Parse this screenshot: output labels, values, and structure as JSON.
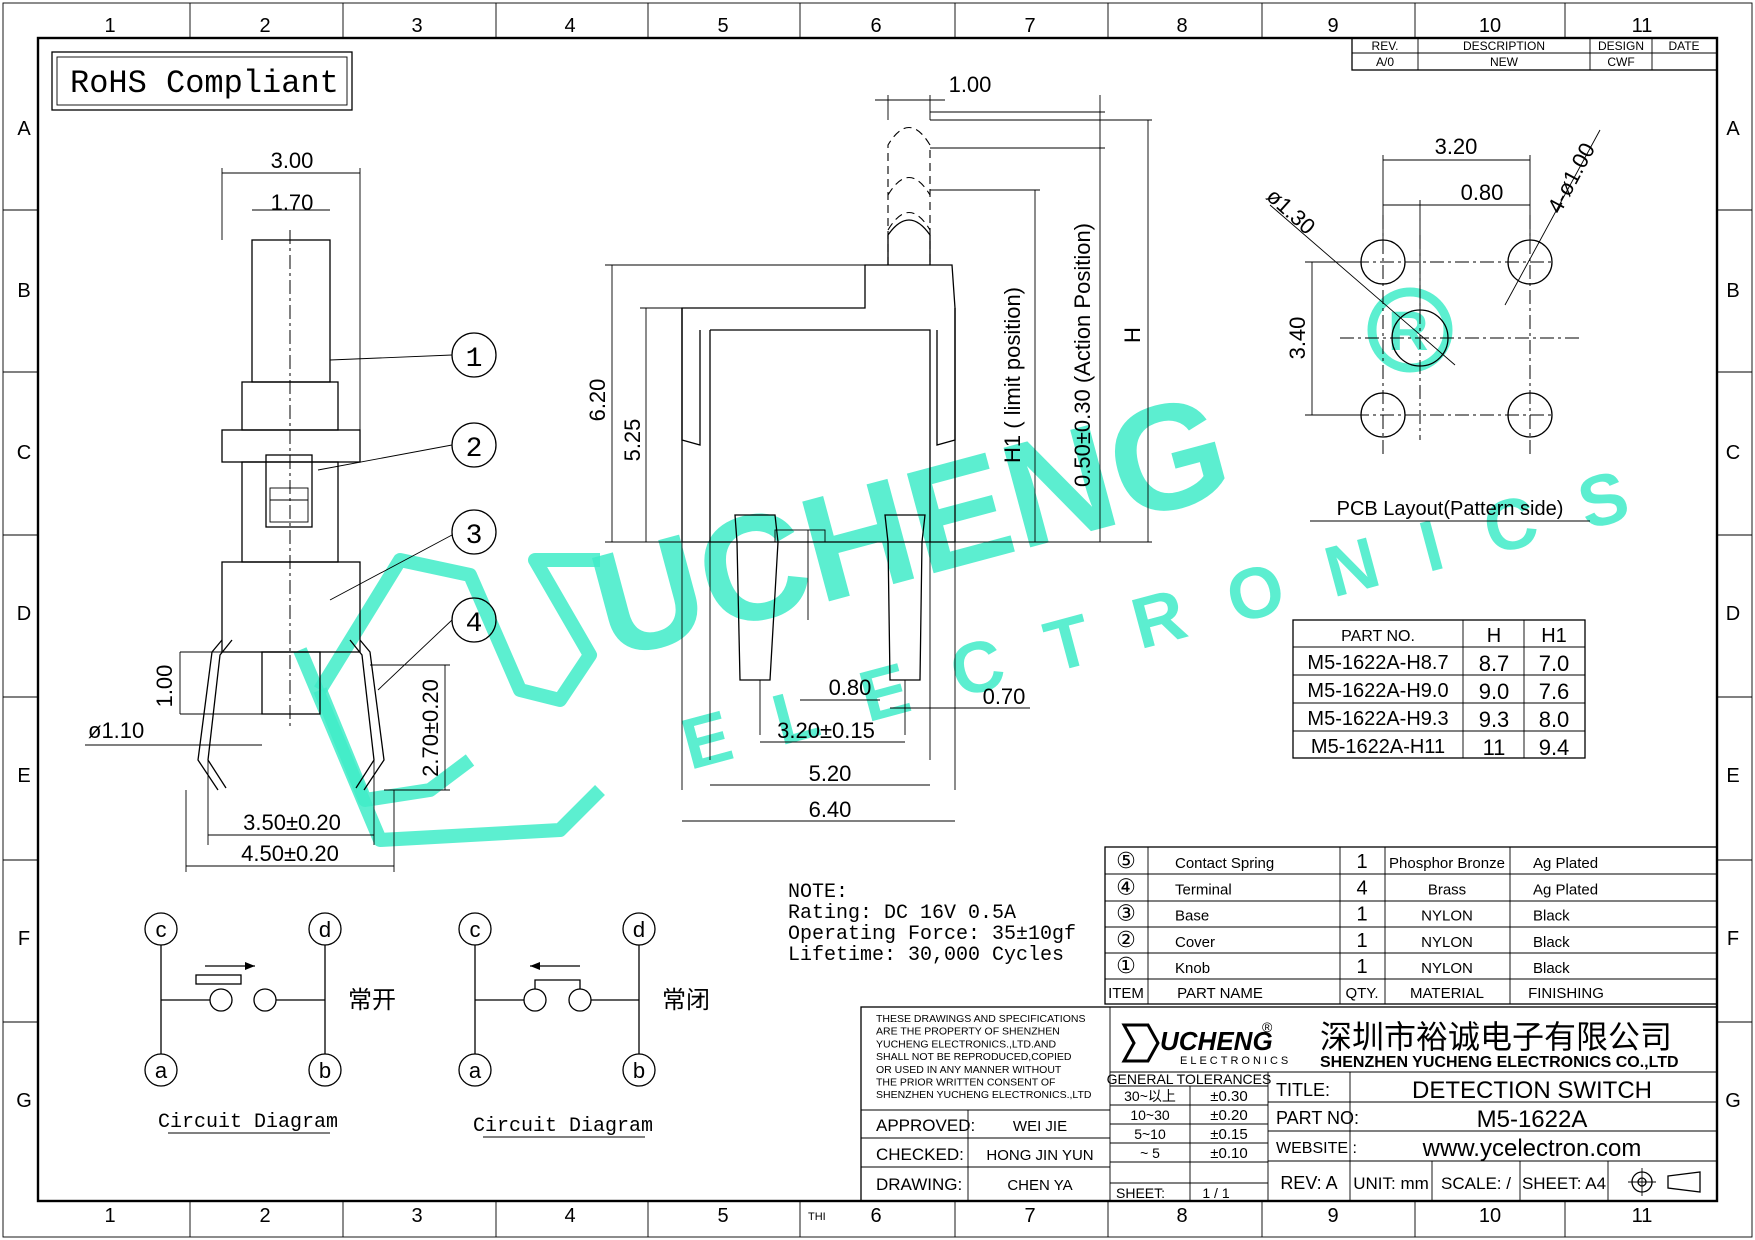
{
  "border": {
    "columns": [
      "1",
      "2",
      "3",
      "4",
      "5",
      "6",
      "7",
      "8",
      "9",
      "10",
      "11"
    ],
    "rows": [
      "A",
      "B",
      "C",
      "D",
      "E",
      "F",
      "G"
    ]
  },
  "rohs": "RoHS Compliant",
  "revision": {
    "headers": [
      "REV.",
      "DESCRIPTION",
      "DESIGN",
      "DATE"
    ],
    "row": [
      "A/0",
      "NEW",
      "CWF",
      ""
    ]
  },
  "side_view": {
    "dims": [
      "3.00",
      "1.70",
      "1.00",
      "ø1.10",
      "3.50±0.20",
      "4.50±0.20",
      "2.70±0.20"
    ],
    "balloons": [
      "1",
      "2",
      "3",
      "4"
    ]
  },
  "front_view": {
    "dims": [
      "1.00",
      "6.20",
      "5.25",
      "H1 ( limit position)",
      "0.50±0.30 (Action Position)",
      "H",
      "0.80",
      "0.70",
      "3.20±0.15",
      "5.20",
      "6.40"
    ]
  },
  "pcb_layout": {
    "dims": [
      "3.20",
      "0.80",
      "4-ø1.00",
      "ø1.30",
      "3.40"
    ],
    "caption": "PCB Layout(Pattern side)"
  },
  "part_table": {
    "headers": [
      "PART NO.",
      "H",
      "H1"
    ],
    "rows": [
      [
        "M5-1622A-H8.7",
        "8.7",
        "7.0"
      ],
      [
        "M5-1622A-H9.0",
        "9.0",
        "7.6"
      ],
      [
        "M5-1622A-H9.3",
        "9.3",
        "8.0"
      ],
      [
        "M5-1622A-H11",
        "11",
        "9.4"
      ]
    ]
  },
  "watermark": {
    "brand": "UCHENG",
    "sub": "ELECTRONICS",
    "color": "#40ecc8"
  },
  "note": {
    "lines": [
      "NOTE:",
      "Rating: DC 16V 0.5A",
      "Operating Force: 35±10gf",
      "Lifetime: 30,000 Cycles"
    ]
  },
  "circuits": [
    {
      "caption": "Circuit Diagram",
      "state": "常开",
      "terminals": [
        "c",
        "d",
        "a",
        "b"
      ]
    },
    {
      "caption": "Circuit Diagram",
      "state": "常闭",
      "terminals": [
        "c",
        "d",
        "a",
        "b"
      ]
    }
  ],
  "bom": {
    "headers": [
      "ITEM",
      "PART NAME",
      "QTY.",
      "MATERIAL",
      "FINISHING"
    ],
    "rows": [
      [
        "⑤",
        "Contact Spring",
        "1",
        "Phosphor Bronze",
        "Ag Plated"
      ],
      [
        "④",
        "Terminal",
        "4",
        "Brass",
        "Ag Plated"
      ],
      [
        "③",
        "Base",
        "1",
        "NYLON",
        "Black"
      ],
      [
        "②",
        "Cover",
        "1",
        "NYLON",
        "Black"
      ],
      [
        "①",
        "Knob",
        "1",
        "NYLON",
        "Black"
      ]
    ]
  },
  "title_block": {
    "copyright": [
      "THESE DRAWINGS AND SPECIFICATIONS",
      "ARE THE PROPERTY OF SHENZHEN",
      "YUCHENG ELECTRONICS.,LTD.AND",
      "SHALL NOT BE REPRODUCED,COPIED",
      "OR USED IN ANY MANNER WITHOUT",
      "THE PRIOR WRITTEN CONSENT OF",
      "SHENZHEN YUCHENG ELECTRONICS.,LTD"
    ],
    "logo_brand": "UCHENG",
    "logo_sub": "ELECTRONICS",
    "company_cn": "深圳市裕诚电子有限公司",
    "company_en": "SHENZHEN YUCHENG ELECTRONICS CO.,LTD",
    "approved_label": "APPROVED:",
    "approved": "WEI JIE",
    "checked_label": "CHECKED:",
    "checked": "HONG JIN YUN",
    "drawing_label": "DRAWING:",
    "drawing": "CHEN YA",
    "tol_header": "GENERAL TOLERANCES",
    "tolerances": [
      [
        "30~以上",
        "±0.30"
      ],
      [
        "10~30",
        "±0.20"
      ],
      [
        "5~10",
        "±0.15"
      ],
      [
        "~ 5",
        "±0.10"
      ]
    ],
    "sheet_label": "SHEET:",
    "sheet": "1 / 1",
    "title_label": "TITLE:",
    "title": "DETECTION SWITCH",
    "partno_label": "PART NO:",
    "partno": "M5-1622A",
    "website_label": "WEBSITE :",
    "website": "www.ycelectron.com",
    "rev": "REV: A",
    "unit": "UNIT: mm",
    "scale": "SCALE: /",
    "sheet_size": "SHEET: A4",
    "thi": "THI"
  }
}
